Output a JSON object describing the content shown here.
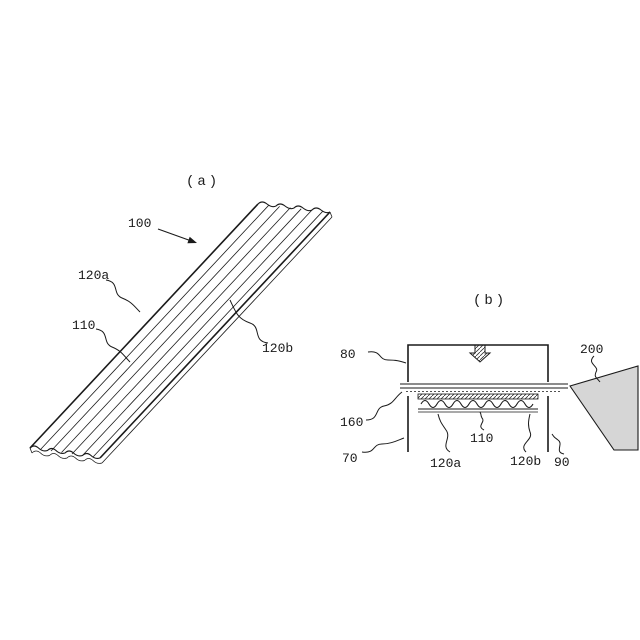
{
  "figure": {
    "background": "#ffffff",
    "line_color": "#1a1a1a",
    "shade_color": "#d6d6d6",
    "panel_a": {
      "caption": "(a)",
      "labels": {
        "ref_100": "100",
        "ref_120a": "120a",
        "ref_110": "110",
        "ref_120b": "120b"
      }
    },
    "panel_b": {
      "caption": "(b)",
      "labels": {
        "ref_80": "80",
        "ref_200": "200",
        "ref_160": "160",
        "ref_70": "70",
        "ref_120a": "120a",
        "ref_110": "110",
        "ref_120b": "120b",
        "ref_90": "90"
      }
    }
  }
}
